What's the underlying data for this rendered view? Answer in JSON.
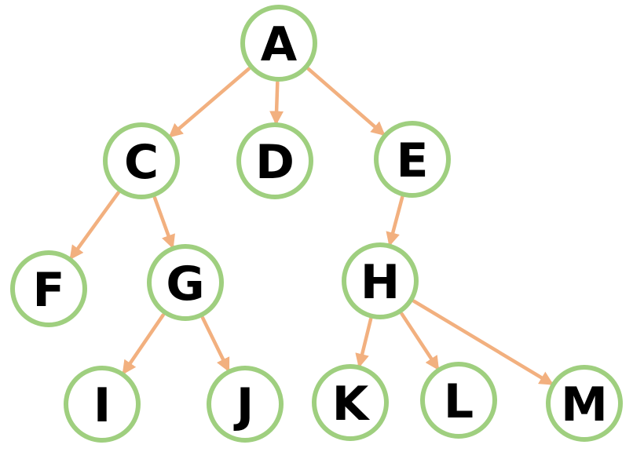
{
  "colors": {
    "node_stroke": "#9fcf7f",
    "edge": "#f2b07f",
    "label": "#000000"
  },
  "nodes": [
    {
      "id": "A",
      "label": "A"
    },
    {
      "id": "C",
      "label": "C"
    },
    {
      "id": "D",
      "label": "D"
    },
    {
      "id": "E",
      "label": "E"
    },
    {
      "id": "F",
      "label": "F"
    },
    {
      "id": "G",
      "label": "G"
    },
    {
      "id": "H",
      "label": "H"
    },
    {
      "id": "I",
      "label": "I"
    },
    {
      "id": "J",
      "label": "J"
    },
    {
      "id": "K",
      "label": "K"
    },
    {
      "id": "L",
      "label": "L"
    },
    {
      "id": "M",
      "label": "M"
    }
  ],
  "edges": [
    {
      "from": "A",
      "to": "C"
    },
    {
      "from": "A",
      "to": "D"
    },
    {
      "from": "A",
      "to": "E"
    },
    {
      "from": "C",
      "to": "F"
    },
    {
      "from": "C",
      "to": "G"
    },
    {
      "from": "E",
      "to": "H"
    },
    {
      "from": "G",
      "to": "I"
    },
    {
      "from": "G",
      "to": "J"
    },
    {
      "from": "H",
      "to": "K"
    },
    {
      "from": "H",
      "to": "L"
    },
    {
      "from": "H",
      "to": "M"
    }
  ]
}
